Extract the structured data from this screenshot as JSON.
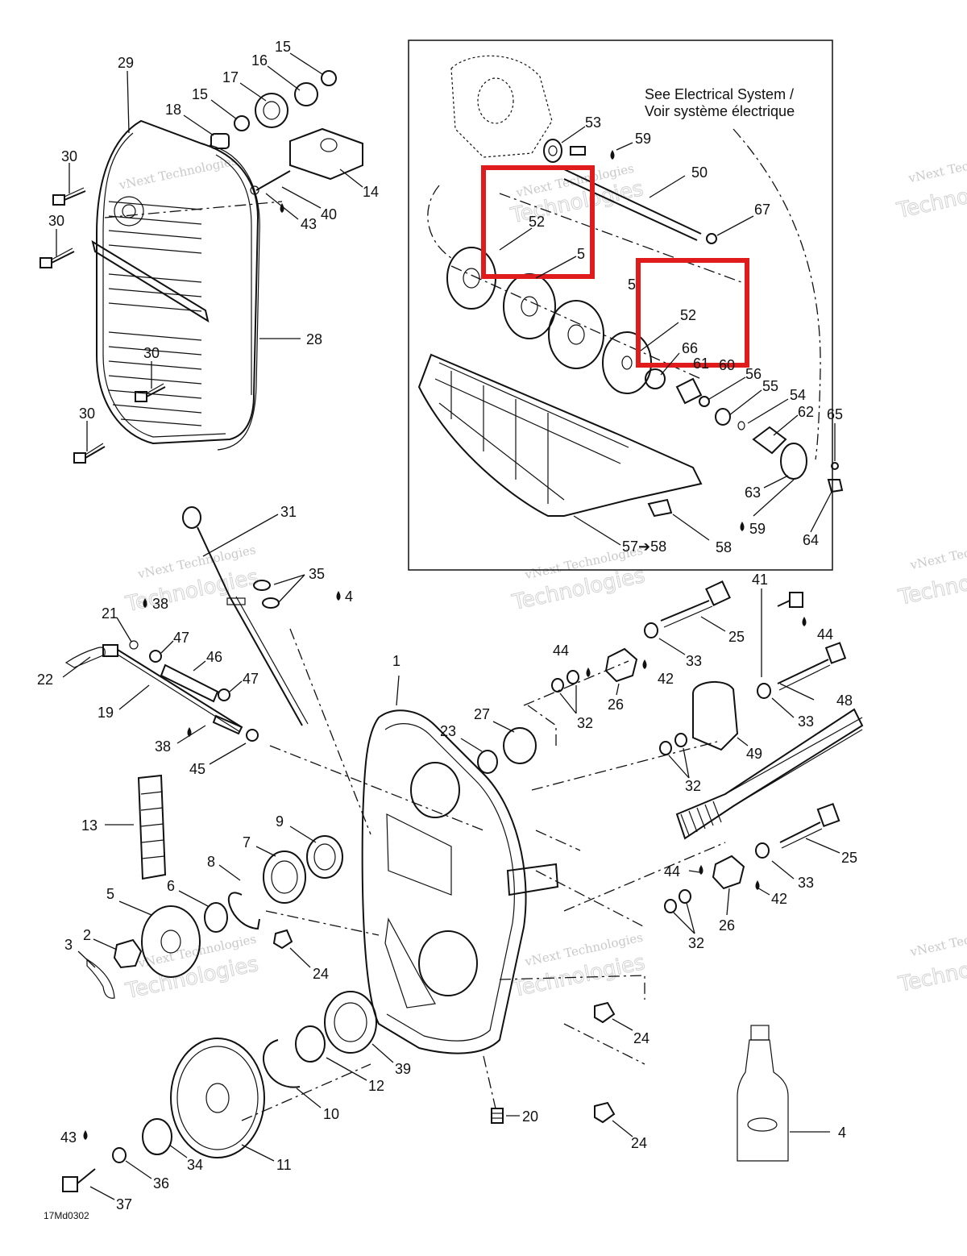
{
  "diagram": {
    "code": "17Md0302",
    "inset_note_line1": "See Electrical System /",
    "inset_note_line2": "Voir système électrique",
    "watermark": {
      "line1": "vNext Technologies",
      "line2": "Technologies",
      "line3": "vNext"
    },
    "labels": [
      {
        "id": "l15a",
        "text": "15"
      },
      {
        "id": "l16",
        "text": "16"
      },
      {
        "id": "l17",
        "text": "17"
      },
      {
        "id": "l15b",
        "text": "15"
      },
      {
        "id": "l18",
        "text": "18"
      },
      {
        "id": "l29",
        "text": "29"
      },
      {
        "id": "l14",
        "text": "14"
      },
      {
        "id": "l40",
        "text": "40"
      },
      {
        "id": "l43a",
        "text": "43"
      },
      {
        "id": "l30a",
        "text": "30"
      },
      {
        "id": "l30b",
        "text": "30"
      },
      {
        "id": "l28",
        "text": "28"
      },
      {
        "id": "l30c",
        "text": "30"
      },
      {
        "id": "l30d",
        "text": "30"
      },
      {
        "id": "l53",
        "text": "53"
      },
      {
        "id": "l59a",
        "text": "59"
      },
      {
        "id": "l50",
        "text": "50"
      },
      {
        "id": "l67",
        "text": "67"
      },
      {
        "id": "l52a",
        "text": "52"
      },
      {
        "id": "l5a",
        "text": "5"
      },
      {
        "id": "l5b",
        "text": "5"
      },
      {
        "id": "l52b",
        "text": "52"
      },
      {
        "id": "l66",
        "text": "66"
      },
      {
        "id": "l61",
        "text": "61"
      },
      {
        "id": "l60",
        "text": "60"
      },
      {
        "id": "l56",
        "text": "56"
      },
      {
        "id": "l55",
        "text": "55"
      },
      {
        "id": "l54",
        "text": "54"
      },
      {
        "id": "l62",
        "text": "62"
      },
      {
        "id": "l65",
        "text": "65"
      },
      {
        "id": "l63",
        "text": "63"
      },
      {
        "id": "l59b",
        "text": "59"
      },
      {
        "id": "l64",
        "text": "64"
      },
      {
        "id": "l57",
        "text": "57➔58"
      },
      {
        "id": "l58",
        "text": "58"
      },
      {
        "id": "l31",
        "text": "31"
      },
      {
        "id": "l35",
        "text": "35"
      },
      {
        "id": "l4a",
        "text": "4"
      },
      {
        "id": "l21",
        "text": "21"
      },
      {
        "id": "l38a",
        "text": "38"
      },
      {
        "id": "l22",
        "text": "22"
      },
      {
        "id": "l47a",
        "text": "47"
      },
      {
        "id": "l46",
        "text": "46"
      },
      {
        "id": "l47b",
        "text": "47"
      },
      {
        "id": "l19",
        "text": "19"
      },
      {
        "id": "l38b",
        "text": "38"
      },
      {
        "id": "l45",
        "text": "45"
      },
      {
        "id": "l41",
        "text": "41"
      },
      {
        "id": "l25a",
        "text": "25"
      },
      {
        "id": "l44a",
        "text": "44"
      },
      {
        "id": "l44b",
        "text": "44"
      },
      {
        "id": "l33a",
        "text": "33"
      },
      {
        "id": "l42a",
        "text": "42"
      },
      {
        "id": "l26a",
        "text": "26"
      },
      {
        "id": "l32a",
        "text": "32"
      },
      {
        "id": "l48",
        "text": "48"
      },
      {
        "id": "l33b",
        "text": "33"
      },
      {
        "id": "l1",
        "text": "1"
      },
      {
        "id": "l27",
        "text": "27"
      },
      {
        "id": "l23",
        "text": "23"
      },
      {
        "id": "l49",
        "text": "49"
      },
      {
        "id": "l32b",
        "text": "32"
      },
      {
        "id": "l13",
        "text": "13"
      },
      {
        "id": "l9",
        "text": "9"
      },
      {
        "id": "l7",
        "text": "7"
      },
      {
        "id": "l8",
        "text": "8"
      },
      {
        "id": "l5c",
        "text": "5"
      },
      {
        "id": "l6",
        "text": "6"
      },
      {
        "id": "l2",
        "text": "2"
      },
      {
        "id": "l3",
        "text": "3"
      },
      {
        "id": "l24a",
        "text": "24"
      },
      {
        "id": "l25b",
        "text": "25"
      },
      {
        "id": "l44c",
        "text": "44"
      },
      {
        "id": "l33c",
        "text": "33"
      },
      {
        "id": "l42b",
        "text": "42"
      },
      {
        "id": "l26b",
        "text": "26"
      },
      {
        "id": "l32c",
        "text": "32"
      },
      {
        "id": "l24b",
        "text": "24"
      },
      {
        "id": "l39",
        "text": "39"
      },
      {
        "id": "l12",
        "text": "12"
      },
      {
        "id": "l10",
        "text": "10"
      },
      {
        "id": "l20",
        "text": "20"
      },
      {
        "id": "l24c",
        "text": "24"
      },
      {
        "id": "l4b",
        "text": "4"
      },
      {
        "id": "l43b",
        "text": "43"
      },
      {
        "id": "l34",
        "text": "34"
      },
      {
        "id": "l11",
        "text": "11"
      },
      {
        "id": "l36",
        "text": "36"
      },
      {
        "id": "l37",
        "text": "37"
      }
    ]
  }
}
